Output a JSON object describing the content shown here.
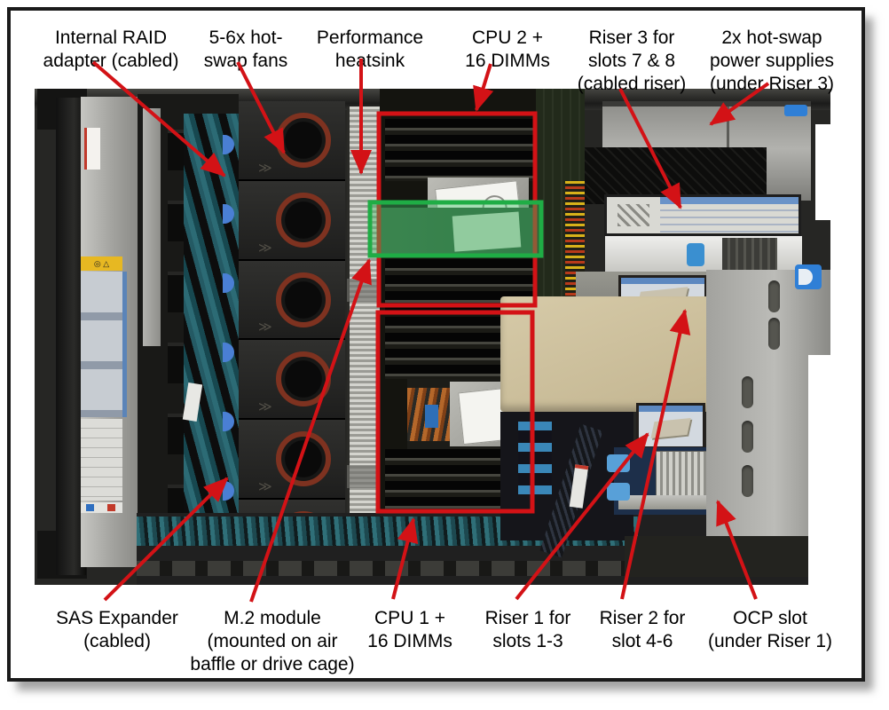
{
  "callouts": {
    "top": [
      {
        "id": "internal-raid-adapter",
        "text": "Internal RAID\nadapter (cabled)"
      },
      {
        "id": "hot-swap-fans",
        "text": "5-6x hot-\nswap fans"
      },
      {
        "id": "performance-heatsink",
        "text": "Performance\nheatsink"
      },
      {
        "id": "cpu2-dimms",
        "text": "CPU 2 +\n16 DIMMs"
      },
      {
        "id": "riser-3",
        "text": "Riser 3 for\nslots 7 & 8\n(cabled riser)"
      },
      {
        "id": "power-supplies",
        "text": "2x hot-swap\npower supplies\n(under Riser 3)"
      }
    ],
    "bottom": [
      {
        "id": "sas-expander",
        "text": "SAS Expander\n(cabled)"
      },
      {
        "id": "m2-module",
        "text": "M.2 module\n(mounted on air\nbaffle or drive cage)"
      },
      {
        "id": "cpu1-dimms",
        "text": "CPU 1 +\n16 DIMMs"
      },
      {
        "id": "riser-1",
        "text": "Riser 1 for\nslots 1-3"
      },
      {
        "id": "riser-2",
        "text": "Riser 2 for\nslot 4-6"
      },
      {
        "id": "ocp-slot",
        "text": "OCP slot\n(under Riser 1)"
      }
    ]
  },
  "highlight_regions": [
    {
      "name": "cpu2-dimm-region",
      "shape": "rect",
      "color": "red"
    },
    {
      "name": "cpu1-dimm-region",
      "shape": "rect",
      "color": "red"
    },
    {
      "name": "m2-region",
      "shape": "rect",
      "color": "green"
    }
  ],
  "colors": {
    "callout": "#d31216",
    "highlight": "#1fad45",
    "highlight_fill": "rgba(60,190,100,0.42)",
    "frame": "#1a1a1a",
    "background": "#ffffff"
  }
}
